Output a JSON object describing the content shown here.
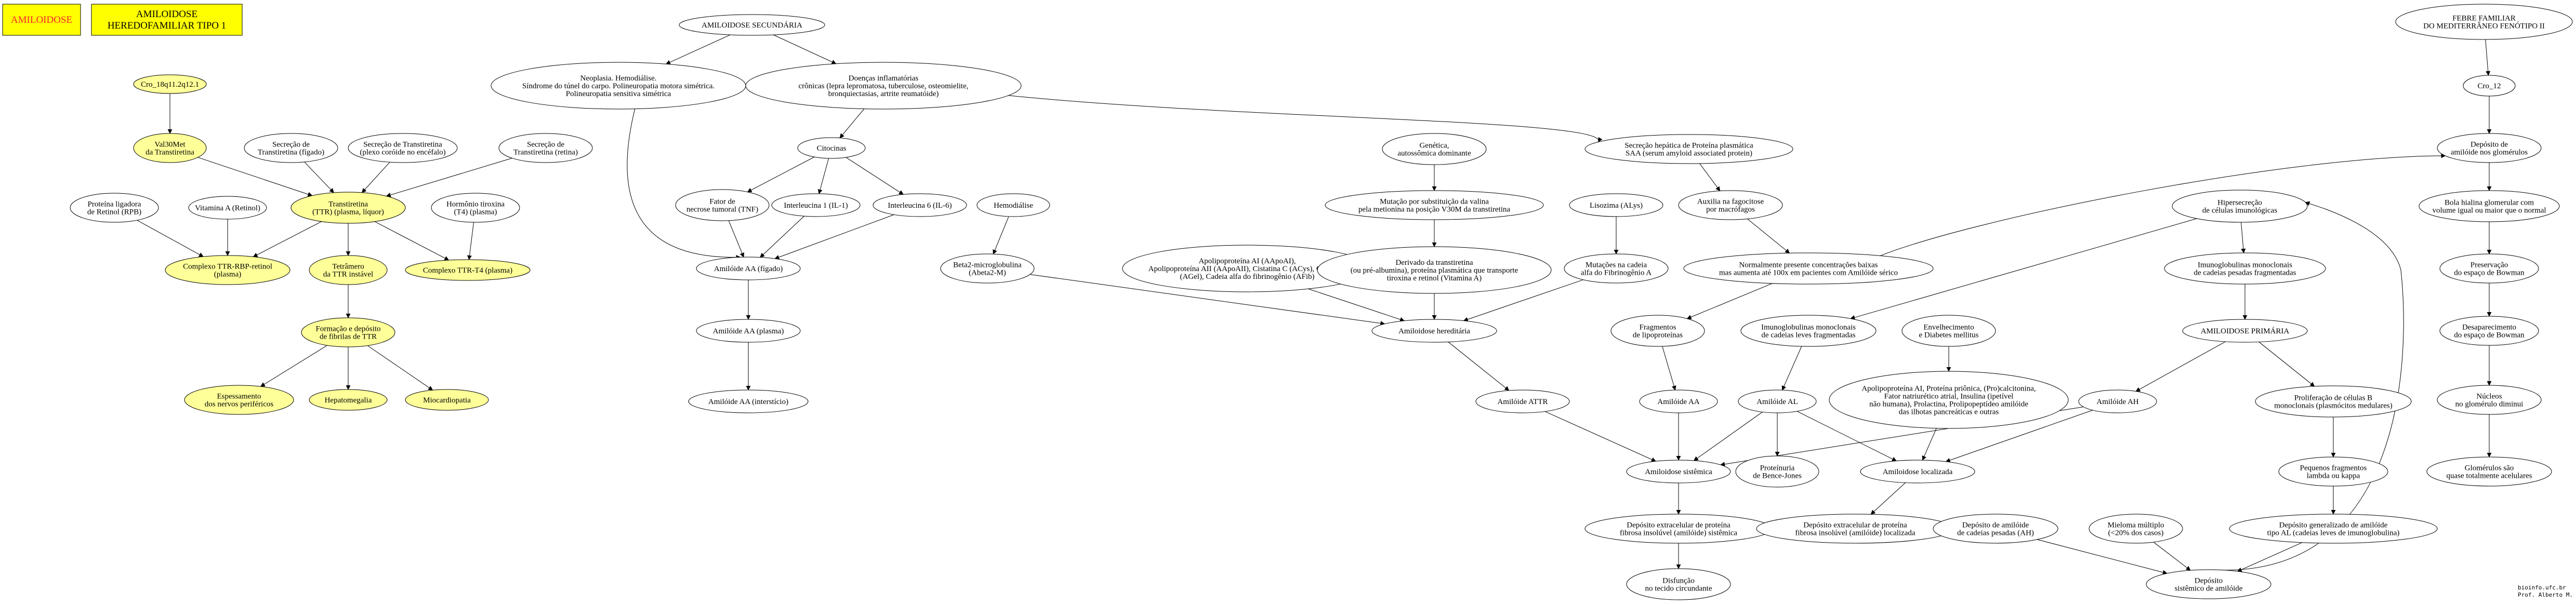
{
  "legend": [
    {
      "id": "L1",
      "text": "AMILOIDOSE",
      "color": "#ff2a2a"
    },
    {
      "id": "L2",
      "text": "AMILOIDOSE\nHEREDOFAMILIAR TIPO 1",
      "color": "#000000"
    }
  ],
  "nodes": [
    {
      "id": "cro18",
      "label": "Cro_18q11.2q12.1",
      "fill": "#ffff99"
    },
    {
      "id": "val30",
      "label": "Val30Met\nda Transtiretina",
      "fill": "#ffff99"
    },
    {
      "id": "sec_figado",
      "label": "Secreção de\nTranstiretina (fígado)",
      "fill": "#ffffff"
    },
    {
      "id": "sec_plexo",
      "label": "Secreção de Transtiretina\n(plexo coróide no encéfalo)",
      "fill": "#ffffff"
    },
    {
      "id": "sec_retina",
      "label": "Secreção de\nTranstiretina (retina)",
      "fill": "#ffffff"
    },
    {
      "id": "rbp",
      "label": "Proteína ligadora\nde Retinol (RPB)",
      "fill": "#ffffff"
    },
    {
      "id": "vitA",
      "label": "Vitamina A (Retinol)",
      "fill": "#ffffff"
    },
    {
      "id": "ttr",
      "label": "Transtiretina\n(TTR) (plasma, líquor)",
      "fill": "#ffff99"
    },
    {
      "id": "t4",
      "label": "Hormônio tiroxina\n(T4) (plasma)",
      "fill": "#ffffff"
    },
    {
      "id": "cplx_rbp",
      "label": "Complexo TTR-RBP-retinol\n(plasma)",
      "fill": "#ffff99"
    },
    {
      "id": "tetramero",
      "label": "Tetrâmero\nda TTR instável",
      "fill": "#ffff99"
    },
    {
      "id": "cplx_t4",
      "label": "Complexo TTR-T4 (plasma)",
      "fill": "#ffff99"
    },
    {
      "id": "formacao",
      "label": "Formação e depósito\nde fibrilas de TTR",
      "fill": "#ffff99"
    },
    {
      "id": "espess",
      "label": "Espessamento\ndos nervos periféricos",
      "fill": "#ffff99"
    },
    {
      "id": "hepato",
      "label": "Hepatomegalia",
      "fill": "#ffff99"
    },
    {
      "id": "miocard",
      "label": "Miocardiopatia",
      "fill": "#ffff99"
    },
    {
      "id": "amil_sec",
      "label": "AMILOIDOSE SECUNDÁRIA",
      "fill": "#ffffff"
    },
    {
      "id": "neoplasia",
      "label": "Neoplasia. Hemodiálise.\nSíndrome do túnel do carpo. Polineuropatia motora simétrica.\nPolineuropatia sensitiva simétrica",
      "fill": "#ffffff"
    },
    {
      "id": "doencas",
      "label": "Doenças inflamatórias\ncrônicas (lepra lepromatosa, tuberculose, osteomielite,\nbronquiectasias, artrite reumatóide)",
      "fill": "#ffffff"
    },
    {
      "id": "citocinas",
      "label": "Citocinas",
      "fill": "#ffffff"
    },
    {
      "id": "tnf",
      "label": "Fator de\nnecrose tumoral (TNF)",
      "fill": "#ffffff"
    },
    {
      "id": "il1",
      "label": "Interleucina 1 (IL-1)",
      "fill": "#ffffff"
    },
    {
      "id": "il6",
      "label": "Interleucina 6 (IL-6)",
      "fill": "#ffffff"
    },
    {
      "id": "hemodialise",
      "label": "Hemodiálise",
      "fill": "#ffffff"
    },
    {
      "id": "aa_figado",
      "label": "Amilóide AA (fígado)",
      "fill": "#ffffff"
    },
    {
      "id": "beta2",
      "label": "Beta2-microglobulina\n(Abeta2-M)",
      "fill": "#ffffff"
    },
    {
      "id": "aa_plasma",
      "label": "Amilóide AA (plasma)",
      "fill": "#ffffff"
    },
    {
      "id": "aa_inter",
      "label": "Amilóide AA (interstício)",
      "fill": "#ffffff"
    },
    {
      "id": "apolip",
      "label": "Apolipoproteína AI (AApoAI),\nApolipoproteína AII (AApoAII), Cistatina C (ACys), Gelsolina\n(AGel), Cadeia alfa do fibrinogênio (AFib)",
      "fill": "#ffffff"
    },
    {
      "id": "genetica",
      "label": "Genética,\nautossômica dominante",
      "fill": "#ffffff"
    },
    {
      "id": "mutacao",
      "label": "Mutação por substituição da valina\npela metionina na posição V30M da transtiretina",
      "fill": "#ffffff"
    },
    {
      "id": "derivado",
      "label": "Derivado da transtiretina\n(ou pré-albumina), proteína plasmática que transporte\ntiroxina e retinol (Vitamina A)",
      "fill": "#ffffff"
    },
    {
      "id": "heredit",
      "label": "Amiloidose hereditária",
      "fill": "#ffffff"
    },
    {
      "id": "attr",
      "label": "Amilóide ATTR",
      "fill": "#ffffff"
    },
    {
      "id": "saa",
      "label": "Secreção hepática de Proteína plasmática\nSAA (serum amyloid associated protein)",
      "fill": "#ffffff"
    },
    {
      "id": "lisozima",
      "label": "Lisozima (ALys)",
      "fill": "#ffffff"
    },
    {
      "id": "fagocitose",
      "label": "Auxilia na fagocitose\npor macrófagos",
      "fill": "#ffffff"
    },
    {
      "id": "mut_fib",
      "label": "Mutações na cadeia\nalfa do Fibrinogênio A",
      "fill": "#ffffff"
    },
    {
      "id": "normal",
      "label": "Normalmente presente concentrações baixas\nmas aumenta até 100x em pacientes com Amilóide sérico",
      "fill": "#ffffff"
    },
    {
      "id": "frag_lipo",
      "label": "Fragmentos\nde lipoproteínas",
      "fill": "#ffffff"
    },
    {
      "id": "amil_aa",
      "label": "Amilóide AA",
      "fill": "#ffffff"
    },
    {
      "id": "imunog_leves",
      "label": "Imunoglobulinas monoclonais\nde cadeias leves fragmentadas",
      "fill": "#ffffff"
    },
    {
      "id": "envelh",
      "label": "Envelhecimento\ne Diabetes mellitus",
      "fill": "#ffffff"
    },
    {
      "id": "apo_list",
      "label": "Apolipoproteína AI, Proteína priônica, (Pro)calcitonina,\nFator natriurético atrial, Insulina (ipetível\nnão humana), Prolactina, Prolipopeptídeo amilóide\ndas ilhotas pancreáticas e outras",
      "fill": "#ffffff"
    },
    {
      "id": "amil_al",
      "label": "Amilóide AL",
      "fill": "#ffffff"
    },
    {
      "id": "sistemica",
      "label": "Amiloidose sistêmica",
      "fill": "#ffffff"
    },
    {
      "id": "bence",
      "label": "Proteínuria\nde Bence-Jones",
      "fill": "#ffffff"
    },
    {
      "id": "localizada",
      "label": "Amiloidose localizada",
      "fill": "#ffffff"
    },
    {
      "id": "dep_sist",
      "label": "Depósito extracelular de proteína\nfibrosa insolúvel (amilóide) sistêmica",
      "fill": "#ffffff"
    },
    {
      "id": "dep_loc",
      "label": "Depósito extracelular de proteína\nfibrosa insolúvel (amilóide) localizada",
      "fill": "#ffffff"
    },
    {
      "id": "disfuncao",
      "label": "Disfunção\nno tecido circundante",
      "fill": "#ffffff"
    },
    {
      "id": "hiper",
      "label": "Hipersecreção\nde células imunológicas",
      "fill": "#ffffff"
    },
    {
      "id": "imunog_pesadas",
      "label": "Imunoglobulinas monoclonais\nde cadeias pesadas fragmentadas",
      "fill": "#ffffff"
    },
    {
      "id": "amil_prim",
      "label": "AMILOIDOSE PRIMÁRIA",
      "fill": "#ffffff"
    },
    {
      "id": "amil_ah",
      "label": "Amilóide AH",
      "fill": "#ffffff"
    },
    {
      "id": "prolif",
      "label": "Proliferação de células B\nmonoclonais (plasmócitos medulares)",
      "fill": "#ffffff"
    },
    {
      "id": "peq_frag",
      "label": "Pequenos fragmentos\nlambda ou kappa",
      "fill": "#ffffff"
    },
    {
      "id": "dep_cad_pes",
      "label": "Depósito de amilóide\nde cadeias pesadas (AH)",
      "fill": "#ffffff"
    },
    {
      "id": "mieloma",
      "label": "Mieloma múltiplo\n(<20% dos casos)",
      "fill": "#ffffff"
    },
    {
      "id": "dep_gen",
      "label": "Depósito generalizado de amilóide\ntipo AL (cadeias leves de imunoglobulina)",
      "fill": "#ffffff"
    },
    {
      "id": "dep_sist_amil",
      "label": "Depósito\nsistêmico de amilóide",
      "fill": "#ffffff"
    },
    {
      "id": "febre",
      "label": "FEBRE FAMILIAR\nDO MEDITERRÂNEO FENÓTIPO II",
      "fill": "#ffffff"
    },
    {
      "id": "cro12",
      "label": "Cro_12",
      "fill": "#ffffff"
    },
    {
      "id": "dep_glom",
      "label": "Depósito de\namilóide nos glomérulos",
      "fill": "#ffffff"
    },
    {
      "id": "bola",
      "label": "Bola hialina glomerular com\nvolume igual ou maior que o normal",
      "fill": "#ffffff"
    },
    {
      "id": "preserv",
      "label": "Preservação\ndo espaço de Bowman",
      "fill": "#ffffff"
    },
    {
      "id": "desapar",
      "label": "Desaparecimento\ndo espaço de Bowman",
      "fill": "#ffffff"
    },
    {
      "id": "nucleos",
      "label": "Núcleos\nno glomérulo diminui",
      "fill": "#ffffff"
    },
    {
      "id": "glomer",
      "label": "Glomérulos são\nquase totalmente acelulares",
      "fill": "#ffffff"
    }
  ],
  "edges": [
    [
      "cro18",
      "val30"
    ],
    [
      "val30",
      "ttr"
    ],
    [
      "sec_figado",
      "ttr"
    ],
    [
      "sec_plexo",
      "ttr"
    ],
    [
      "sec_retina",
      "ttr"
    ],
    [
      "rbp",
      "cplx_rbp"
    ],
    [
      "vitA",
      "cplx_rbp"
    ],
    [
      "ttr",
      "cplx_rbp"
    ],
    [
      "ttr",
      "tetramero"
    ],
    [
      "ttr",
      "cplx_t4"
    ],
    [
      "t4",
      "cplx_t4"
    ],
    [
      "tetramero",
      "formacao"
    ],
    [
      "formacao",
      "espess"
    ],
    [
      "formacao",
      "hepato"
    ],
    [
      "formacao",
      "miocard"
    ],
    [
      "amil_sec",
      "neoplasia"
    ],
    [
      "amil_sec",
      "doencas"
    ],
    [
      "neoplasia",
      "aa_figado"
    ],
    [
      "doencas",
      "citocinas"
    ],
    [
      "doencas",
      "saa"
    ],
    [
      "citocinas",
      "tnf"
    ],
    [
      "citocinas",
      "il1"
    ],
    [
      "citocinas",
      "il6"
    ],
    [
      "tnf",
      "aa_figado"
    ],
    [
      "il1",
      "aa_figado"
    ],
    [
      "il6",
      "aa_figado"
    ],
    [
      "aa_figado",
      "aa_plasma"
    ],
    [
      "aa_plasma",
      "aa_inter"
    ],
    [
      "hemodialise",
      "beta2"
    ],
    [
      "beta2",
      "heredit"
    ],
    [
      "apolip",
      "heredit"
    ],
    [
      "genetica",
      "mutacao"
    ],
    [
      "mutacao",
      "derivado"
    ],
    [
      "derivado",
      "heredit"
    ],
    [
      "mut_fib",
      "heredit"
    ],
    [
      "heredit",
      "attr"
    ],
    [
      "attr",
      "sistemica"
    ],
    [
      "saa",
      "fagocitose"
    ],
    [
      "fagocitose",
      "normal"
    ],
    [
      "lisozima",
      "mut_fib"
    ],
    [
      "normal",
      "frag_lipo"
    ],
    [
      "frag_lipo",
      "amil_aa"
    ],
    [
      "amil_aa",
      "sistemica"
    ],
    [
      "normal",
      "dep_glom"
    ],
    [
      "imunog_leves",
      "amil_al"
    ],
    [
      "amil_al",
      "sistemica"
    ],
    [
      "amil_al",
      "bence"
    ],
    [
      "amil_al",
      "localizada"
    ],
    [
      "envelh",
      "apo_list"
    ],
    [
      "apo_list",
      "localizada"
    ],
    [
      "sistemica",
      "dep_sist"
    ],
    [
      "localizada",
      "dep_loc"
    ],
    [
      "dep_sist",
      "disfuncao"
    ],
    [
      "hiper",
      "imunog_leves"
    ],
    [
      "hiper",
      "imunog_pesadas"
    ],
    [
      "imunog_pesadas",
      "amil_prim"
    ],
    [
      "amil_prim",
      "amil_ah"
    ],
    [
      "amil_prim",
      "prolif"
    ],
    [
      "amil_ah",
      "sistemica"
    ],
    [
      "amil_ah",
      "localizada"
    ],
    [
      "prolif",
      "peq_frag"
    ],
    [
      "peq_frag",
      "dep_gen"
    ],
    [
      "dep_gen",
      "dep_sist_amil"
    ],
    [
      "dep_cad_pes",
      "dep_sist_amil"
    ],
    [
      "mieloma",
      "dep_sist_amil"
    ],
    [
      "dep_sist_amil",
      "hiper"
    ],
    [
      "febre",
      "cro12"
    ],
    [
      "cro12",
      "dep_glom"
    ],
    [
      "dep_glom",
      "bola"
    ],
    [
      "bola",
      "preserv"
    ],
    [
      "preserv",
      "desapar"
    ],
    [
      "desapar",
      "nucleos"
    ],
    [
      "nucleos",
      "glomer"
    ]
  ],
  "credit": [
    "bioinfo.ufc.br",
    "Prof. Alberto M. Soares"
  ]
}
